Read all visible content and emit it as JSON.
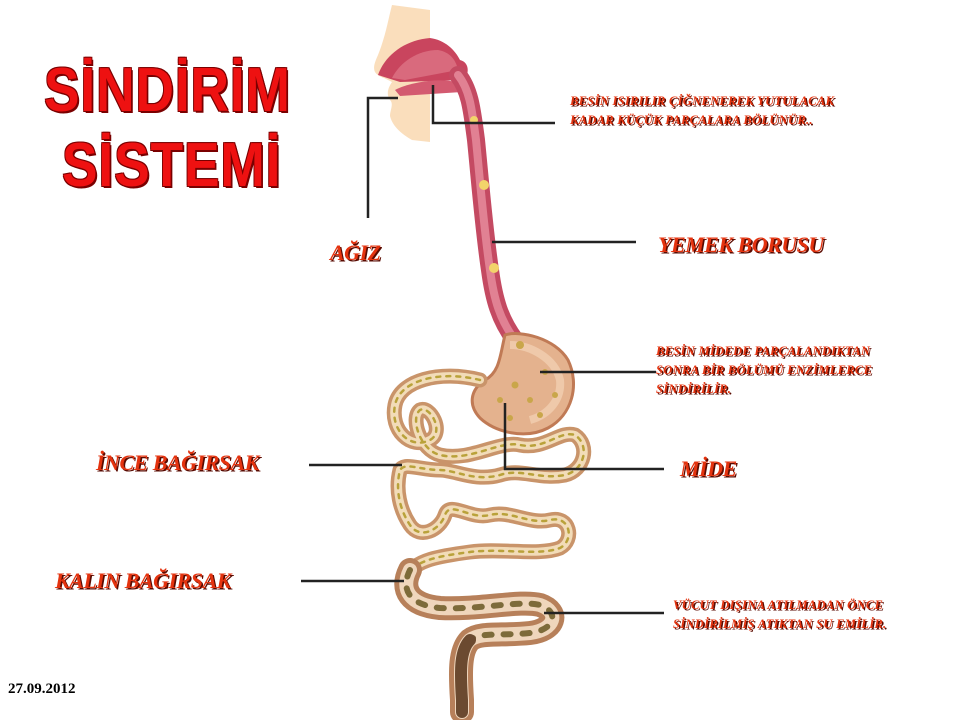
{
  "title": {
    "line1": "SİNDİRİM",
    "line2": "SİSTEMİ"
  },
  "labels": {
    "agiz": "AĞIZ",
    "yemek_borusu": "YEMEK BORUSU",
    "mide": "MİDE",
    "ince_bagirsak": "İNCE BAĞIRSAK",
    "kalin_bagirsak": "KALIN BAĞIRSAK"
  },
  "notes": {
    "mouth": [
      "BESİN ISIRILIR ÇİĞNENEREK YUTULACAK",
      "KADAR KÜÇÜK PARÇALARA BÖLÜNÜR.."
    ],
    "stomach": [
      "BESİN MİDEDE PARÇALANDIKTAN",
      "SONRA BİR BÖLÜMÜ ENZİMLERCE",
      "SİNDİRİLİR."
    ],
    "large_intestine": [
      "VÜCUT DIŞINA ATILMADAN ÖNCE",
      "SİNDİRİLMİŞ ATIKTAN SU EMİLİR."
    ]
  },
  "date": "27.09.2012",
  "colors": {
    "title": "#ee1111",
    "label": "#e4330f",
    "esophagus": "#d9667a",
    "intestine": "#d9a878",
    "leader_line": "#222222"
  }
}
